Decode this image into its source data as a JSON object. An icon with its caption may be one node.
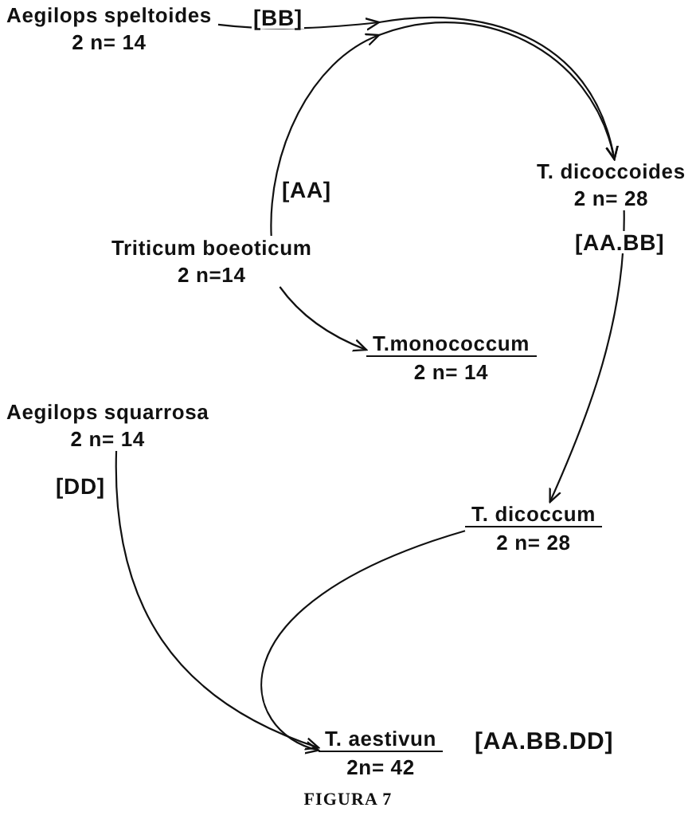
{
  "diagram": {
    "caption": "FIGURA 7",
    "nodes": [
      {
        "text": [
          "Aegilops speltoides",
          "2 n= 14"
        ]
      },
      {
        "text": [
          "T. dicoccoides",
          "2 n= 28"
        ]
      },
      {
        "text": [
          "Triticum boeoticum",
          "2 n=14"
        ]
      },
      {
        "text": [
          "T.monococcum",
          "2 n= 14"
        ]
      },
      {
        "text": [
          "Aegilops squarrosa",
          "2 n= 14"
        ]
      },
      {
        "text": [
          "T. dicoccum",
          "2 n= 28"
        ]
      },
      {
        "text": [
          "T. aestivun",
          "2n= 42"
        ],
        "beside": [
          "[AA.BB.DD]"
        ]
      }
    ],
    "edges": [
      {
        "from": 0,
        "to": 1,
        "arrow": "to",
        "label": "[BB]"
      },
      {
        "from": 2,
        "to": 1,
        "arrow": "to",
        "label": "[AA]"
      },
      {
        "from": 2,
        "to": 3,
        "arrow": "to"
      },
      {
        "from": 1,
        "to": 5,
        "arrow": "to",
        "label": "[AA.BB]"
      },
      {
        "from": 4,
        "to": 6,
        "arrow": "to",
        "label": "[DD]"
      },
      {
        "from": 5,
        "to": 6,
        "arrow": "to"
      }
    ]
  }
}
